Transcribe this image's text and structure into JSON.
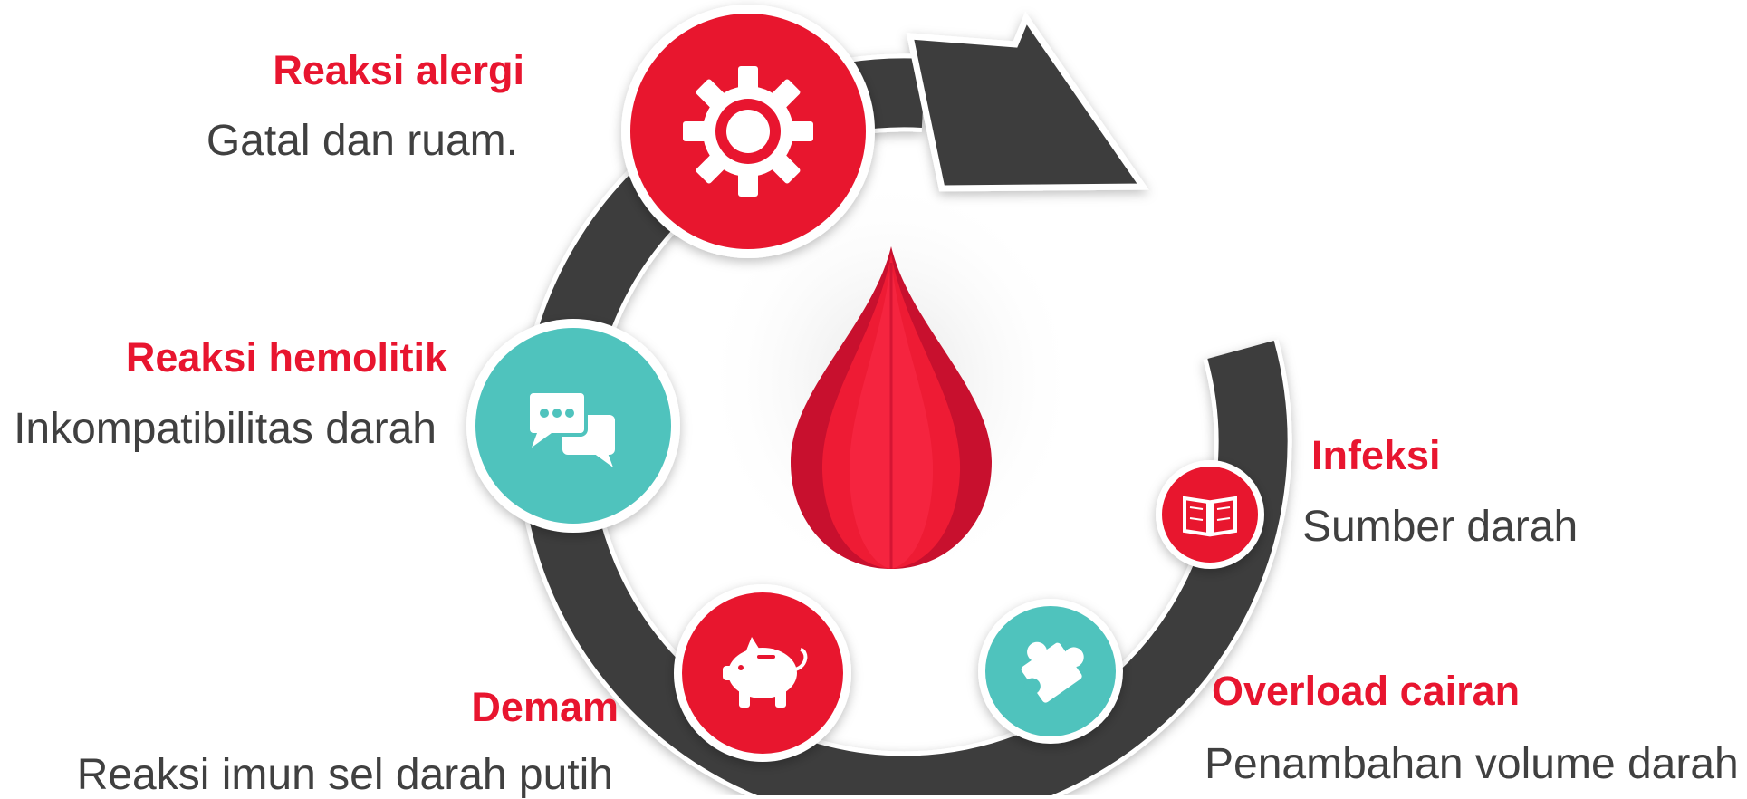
{
  "colors": {
    "red": "#e8152f",
    "teal": "#4fc3bd",
    "arrow": "#3d3d3d",
    "text_dark": "#404040",
    "title_red": "#e8152f"
  },
  "center": {
    "icon": "blood-drop-icon"
  },
  "items": [
    {
      "id": "reaksi-alergi",
      "title": "Reaksi alergi",
      "desc": "Gatal dan ruam.",
      "icon": "gear-icon",
      "color": "red"
    },
    {
      "id": "reaksi-hemolitik",
      "title": "Reaksi hemolitik",
      "desc": "Inkompatibilitas darah",
      "icon": "chat-bubbles-icon",
      "color": "teal"
    },
    {
      "id": "demam",
      "title": "Demam",
      "desc": "Reaksi imun sel darah putih",
      "icon": "piggy-bank-icon",
      "color": "red"
    },
    {
      "id": "overload-cairan",
      "title": "Overload cairan",
      "desc": "Penambahan volume darah",
      "icon": "puzzle-piece-icon",
      "color": "teal"
    },
    {
      "id": "infeksi",
      "title": "Infeksi",
      "desc": "Sumber darah",
      "icon": "book-icon",
      "color": "red"
    }
  ]
}
